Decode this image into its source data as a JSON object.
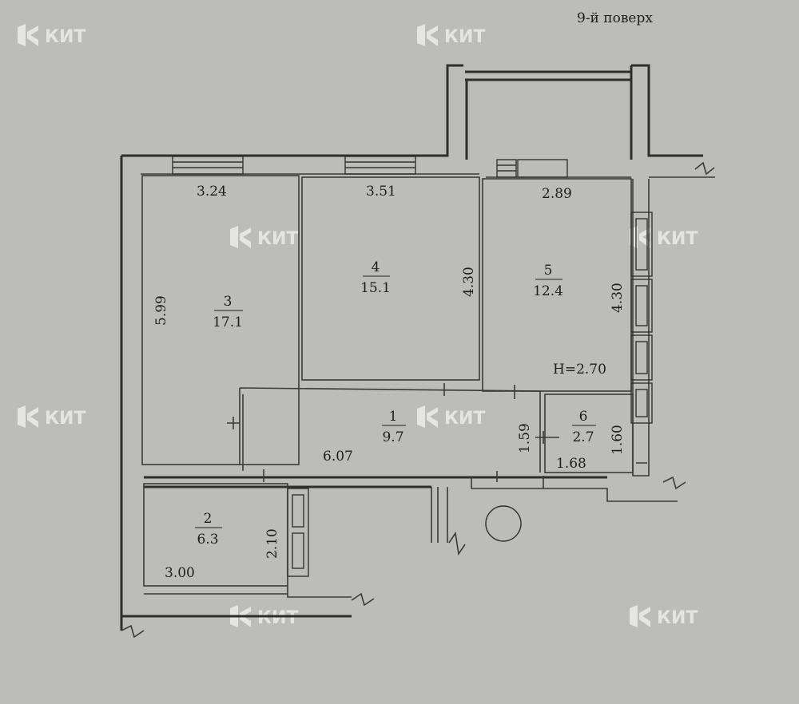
{
  "floor_label": "9-й поверх",
  "ceiling_height": "H=2.70",
  "watermark": {
    "text": "КИТ",
    "icon": "kit-logo-icon"
  },
  "rooms": [
    {
      "number": "1",
      "area": "9.7"
    },
    {
      "number": "2",
      "area": "6.3"
    },
    {
      "number": "3",
      "area": "17.1"
    },
    {
      "number": "4",
      "area": "15.1"
    },
    {
      "number": "5",
      "area": "12.4"
    },
    {
      "number": "6",
      "area": "2.7"
    }
  ],
  "dimensions": {
    "room3_width": "3.24",
    "room4_width": "3.51",
    "room5_width": "2.89",
    "room3_depth": "5.99",
    "room4_depth": "4.30",
    "room5_depth": "4.30",
    "corridor_length": "6.07",
    "corridor_depth": "1.59",
    "room6_depth": "1.60",
    "room6_width": "1.68",
    "room2_depth": "2.10",
    "room2_width": "3.00"
  }
}
